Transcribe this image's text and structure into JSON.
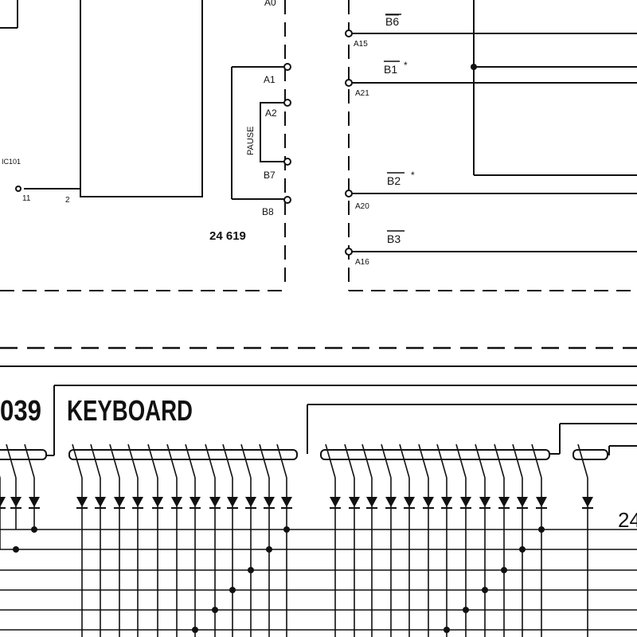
{
  "colors": {
    "ink": "#111111",
    "paper": "#ffffff"
  },
  "labels": {
    "a0": "A0",
    "a1": "A1",
    "a2": "A2",
    "b7": "B7",
    "b8": "B8",
    "pause": "PAUSE",
    "ic101": "IC101",
    "pin11": "11",
    "pin2": "2",
    "connector": "24 619",
    "b6": "B6",
    "a15": "A15",
    "b1": "B1",
    "b1_star": "*",
    "a21": "A21",
    "b2": "B2",
    "b2_star": "*",
    "a20": "A20",
    "b3": "B3",
    "a16": "A16",
    "ref_039": "039",
    "keyboard": "KEYBOARD",
    "ref_24": "24"
  }
}
